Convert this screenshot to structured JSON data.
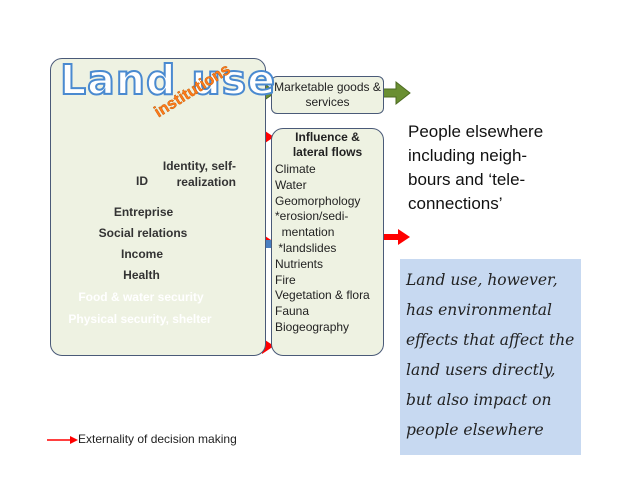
{
  "title": "Land use",
  "institutions_label": "institutions",
  "pyramid": [
    {
      "label": "Physical security, shelter",
      "color": "#7a2a32",
      "text_color": "#ffffff"
    },
    {
      "label": "Food & water security",
      "color": "#a8454c",
      "text_color": "#ffffff"
    },
    {
      "label": "Health",
      "color": "#d48c8e",
      "text_color": "#333333"
    },
    {
      "label": "Income",
      "color": "#f6e1e0",
      "text_color": "#333333"
    },
    {
      "label": "Social relations",
      "color": "#eef2e2",
      "text_color": "#333333"
    },
    {
      "label": "Entreprise",
      "color": "#e9c9b4",
      "text_color": "#333333"
    },
    {
      "label": "ID",
      "color": "#f09a3c",
      "text_color": "#333333"
    }
  ],
  "identity_label": "Identity, self-realization",
  "marketable": "Marketable goods & services",
  "influence_heading": "Influence & lateral flows",
  "flows": [
    "Climate",
    "Water",
    "Geomorphology",
    "*erosion/sedi-",
    "  mentation",
    " *landslides",
    "Nutrients",
    "Fire",
    "Vegetation & flora",
    "Fauna",
    "Biogeography"
  ],
  "people_lines": [
    "People elsewhere",
    "including neigh-",
    "bours and ‘tele-",
    "connections’"
  ],
  "note_lines": [
    "Land use, however,",
    "has environmental",
    "effects that affect the",
    "land users directly,",
    "but also impact on",
    "people elsewhere"
  ],
  "legend": "Externality of decision making",
  "colors": {
    "panel_fill": "#eef2e2",
    "panel_border": "#4a5a78",
    "red_arrow": "#ff0000",
    "green_arrow": "#6a8f32",
    "blue_arrow": "#4a7fc1",
    "note_fill": "#c7d9f1",
    "dashed_green": "#4e7a2a"
  }
}
